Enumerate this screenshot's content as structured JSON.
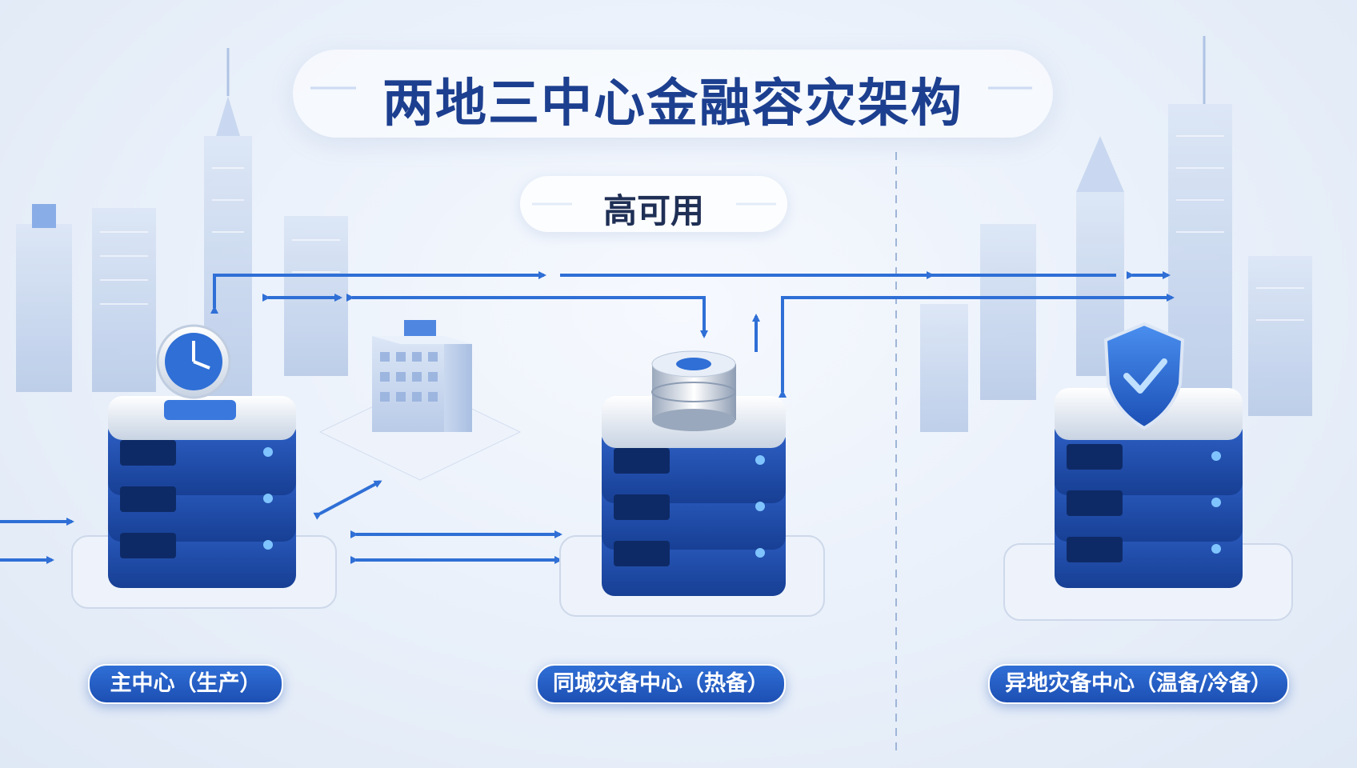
{
  "title": "两地三中心金融容灾架构",
  "subtitle": "高可用",
  "centers": [
    {
      "label": "主中心（生产）",
      "icon": "clock-icon"
    },
    {
      "label": "同城灾备中心（热备）",
      "icon": "database-icon"
    },
    {
      "label": "异地灾备中心（温备/冷备）",
      "icon": "shield-check-icon"
    }
  ],
  "colors": {
    "accent": "#2f6fd6",
    "title": "#1d3f8f",
    "background": "#e9f0fa"
  }
}
